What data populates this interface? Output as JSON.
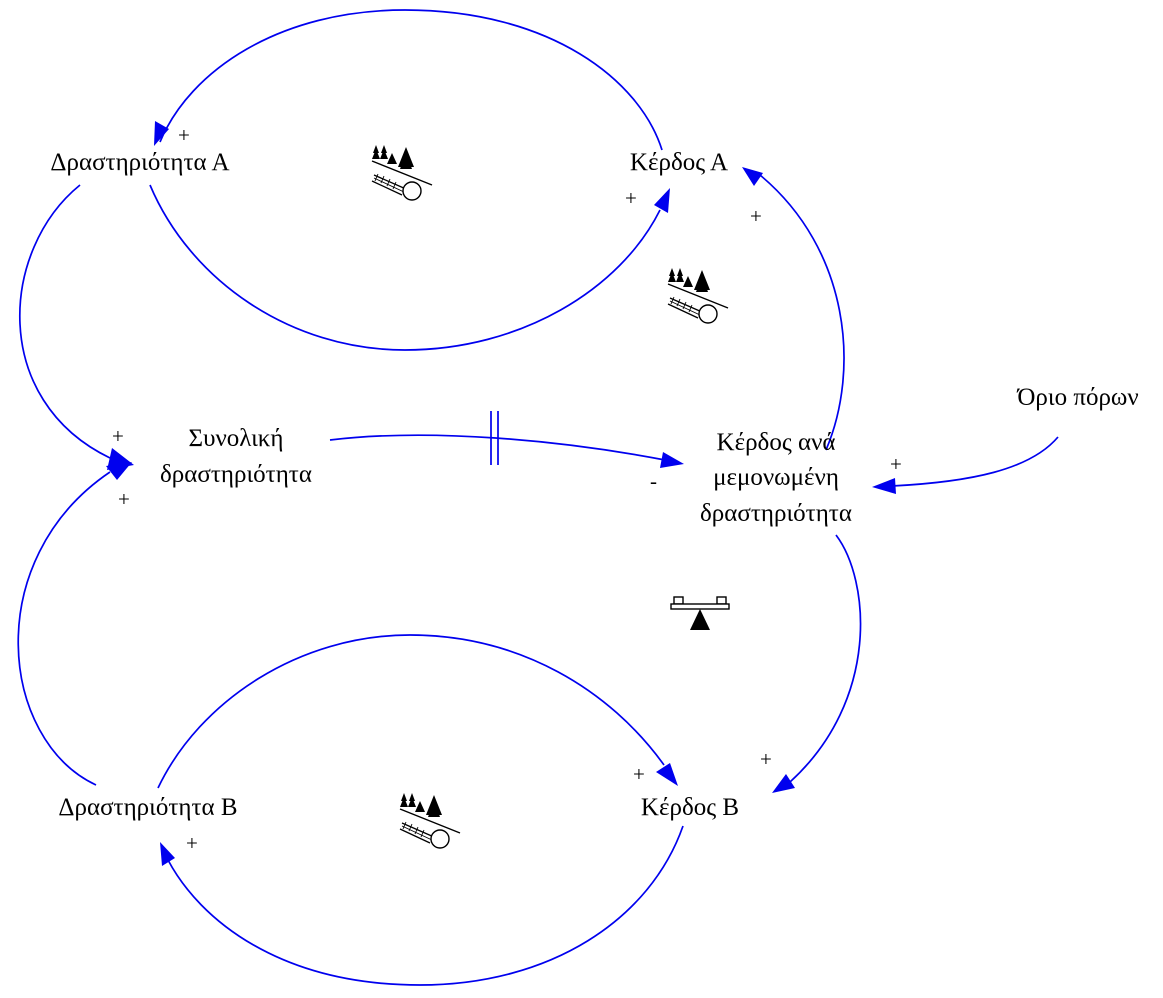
{
  "colors": {
    "link": "#0000ee",
    "text": "#000000",
    "background": "#ffffff",
    "icon": "#000000"
  },
  "nodes": {
    "activity_a": "Δραστηριότητα Α",
    "profit_a": "Κέρδος Α",
    "total_activity": [
      "Συνολική",
      "δραστηριότητα"
    ],
    "profit_per_activity": [
      "Κέρδος ανά",
      "μεμονωμένη",
      "δραστηριότητα"
    ],
    "resource_limit": "Όριο πόρων",
    "activity_b": "Δραστηριότητα Β",
    "profit_b": "Κέρδος Β"
  },
  "links": [
    {
      "from": "profit_a",
      "to": "activity_a",
      "polarity": "+"
    },
    {
      "from": "activity_a",
      "to": "profit_a",
      "polarity": "+"
    },
    {
      "from": "profit_per_activity",
      "to": "profit_a",
      "polarity": "+"
    },
    {
      "from": "activity_a",
      "to": "total_activity",
      "polarity": "+"
    },
    {
      "from": "activity_b",
      "to": "total_activity",
      "polarity": "+"
    },
    {
      "from": "total_activity",
      "to": "profit_per_activity",
      "polarity": "-",
      "delay": true
    },
    {
      "from": "resource_limit",
      "to": "profit_per_activity",
      "polarity": "+"
    },
    {
      "from": "profit_per_activity",
      "to": "profit_b",
      "polarity": "+"
    },
    {
      "from": "activity_b",
      "to": "profit_b",
      "polarity": "+"
    },
    {
      "from": "profit_b",
      "to": "activity_b",
      "polarity": "+"
    }
  ],
  "loop_icons": [
    {
      "loop": "activity_a-profit_a",
      "icon": "snowball-reinforcing-icon"
    },
    {
      "loop": "profit_a-profit_per_activity",
      "icon": "snowball-reinforcing-icon"
    },
    {
      "loop": "activity_b-profit_b",
      "icon": "snowball-reinforcing-icon"
    },
    {
      "loop": "balancing-loop",
      "icon": "balance-scale-icon"
    }
  ]
}
